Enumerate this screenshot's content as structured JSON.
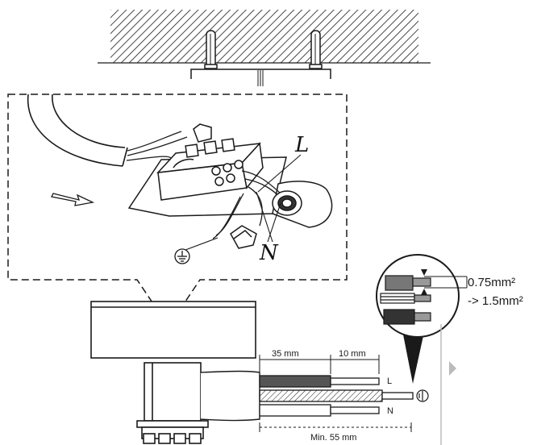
{
  "wire_labels": {
    "live": "L",
    "neutral": "N"
  },
  "cross_section": {
    "line1": "0.75mm²",
    "line2": "-> 1.5mm²"
  },
  "dimensions": {
    "jacket_strip": "35 mm",
    "conductor_strip": "10 mm",
    "min_length": "Min. 55 mm"
  },
  "end_labels": {
    "live": "L",
    "neutral": "N"
  },
  "symbols": [
    "earth-ground-icon",
    "direction-arrow-icon"
  ],
  "colors": {
    "line": "#1a1a1a",
    "live_wire": "#555555",
    "dark_wire": "#333333",
    "side_bar": "#bbbbbb"
  }
}
